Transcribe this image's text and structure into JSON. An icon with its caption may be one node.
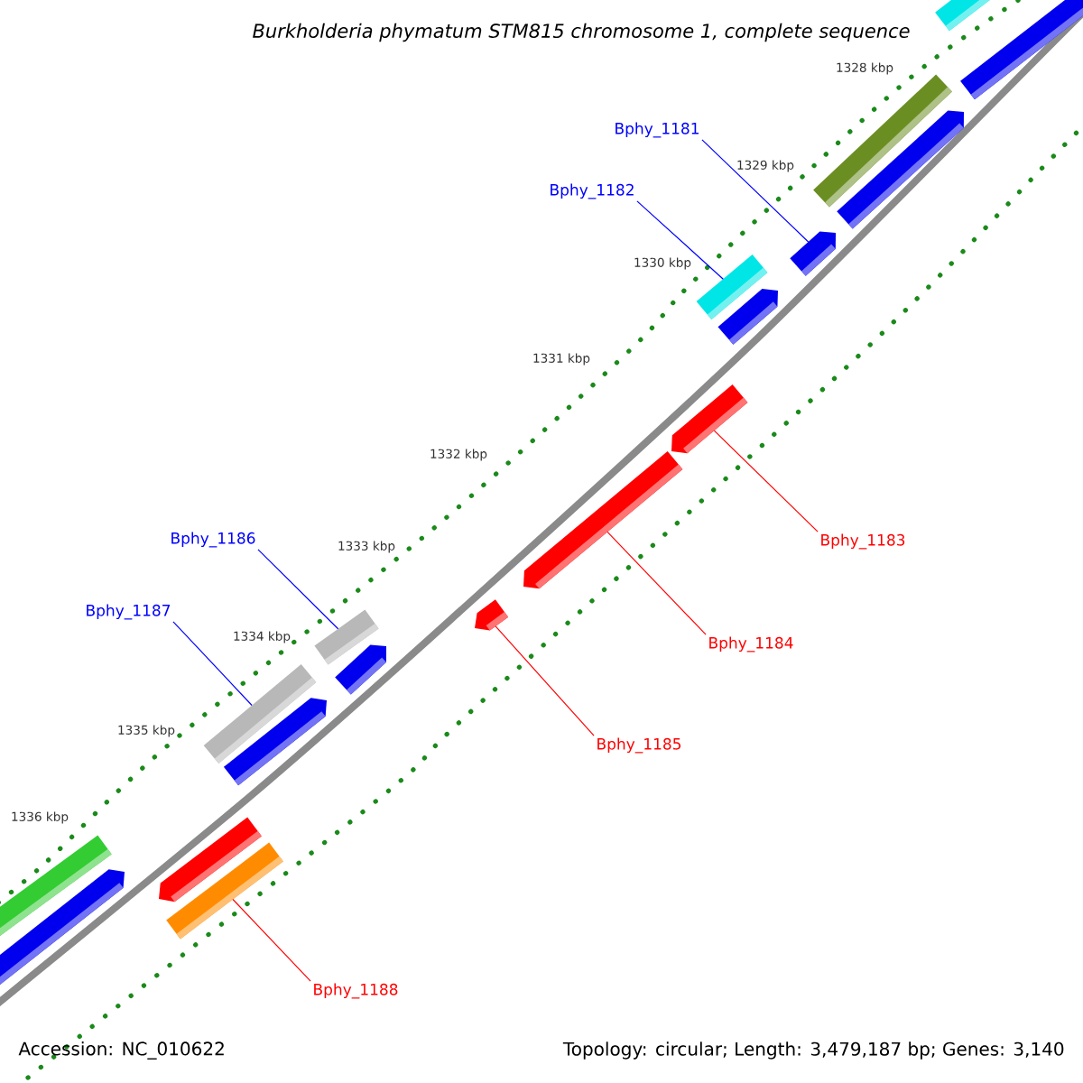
{
  "diagram": {
    "title": "Burkholderia phymatum STM815 chromosome 1, complete sequence",
    "nodes": [
      {
        "text": [
          "Bphy_1181"
        ]
      },
      {
        "text": [
          "Bphy_1182"
        ]
      },
      {
        "text": [
          "Bphy_1183"
        ]
      },
      {
        "text": [
          "Bphy_1184"
        ]
      },
      {
        "text": [
          "Bphy_1185"
        ]
      },
      {
        "text": [
          "Bphy_1186"
        ]
      },
      {
        "text": [
          "Bphy_1187"
        ]
      },
      {
        "text": [
          "Bphy_1188"
        ]
      },
      {
        "text": [],
        "shape": "bar"
      },
      {
        "text": [],
        "shape": "bar"
      },
      {
        "text": [],
        "shape": "bar"
      },
      {
        "text": [],
        "shape": "bar"
      },
      {
        "text": [],
        "shape": "bar"
      },
      {
        "text": [],
        "shape": "bar"
      },
      {
        "text": [],
        "shape": "bar"
      },
      {
        "text": [],
        "shape": "bar"
      }
    ],
    "edges": [
      {
        "from": 0,
        "to": 8,
        "arrow": "none",
        "color": "#0000ff"
      },
      {
        "from": 1,
        "to": 9,
        "arrow": "none",
        "color": "#0000ff"
      },
      {
        "from": 2,
        "to": 10,
        "arrow": "none",
        "color": "#ff0000"
      },
      {
        "from": 3,
        "to": 11,
        "arrow": "none",
        "color": "#ff0000"
      },
      {
        "from": 4,
        "to": 12,
        "arrow": "none",
        "color": "#ff0000"
      },
      {
        "from": 5,
        "to": 13,
        "arrow": "none",
        "color": "#0000ff"
      },
      {
        "from": 6,
        "to": 14,
        "arrow": "none",
        "color": "#0000ff"
      },
      {
        "from": 7,
        "to": 15,
        "arrow": "none",
        "color": "#ff0000"
      }
    ],
    "labels": [
      "1328 kbp",
      "1329 kbp",
      "1330 kbp",
      "1331 kbp",
      "1332 kbp",
      "1333 kbp",
      "1334 kbp",
      "1335 kbp",
      "1336 kbp",
      "Accession: NC_010622",
      "Topology: circular; Length: 3,479,187 bp; Genes: 3,140"
    ]
  }
}
